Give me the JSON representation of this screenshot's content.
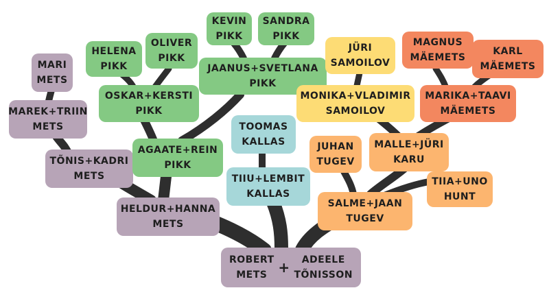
{
  "colors": {
    "mauve": "#b7a4b7",
    "green": "#84c983",
    "teal": "#a6d7d9",
    "yellow": "#fddc75",
    "orange": "#fcb56f",
    "salmon": "#f3875f",
    "branch": "#2e2e2e"
  },
  "root": {
    "left": [
      "ROBERT",
      "METS"
    ],
    "plus": "+",
    "right": [
      "ADEELE",
      "TÕNISSON"
    ]
  },
  "nodes": {
    "mari": [
      "MARI",
      "METS"
    ],
    "marek": [
      "MAREK+TRIIN",
      "METS"
    ],
    "tonis": [
      "TÕNIS+KADRI",
      "METS"
    ],
    "heldur": [
      "HELDUR+HANNA",
      "METS"
    ],
    "helena": [
      "HELENA",
      "PIKK"
    ],
    "oliver": [
      "OLIVER",
      "PIKK"
    ],
    "oskar": [
      "OSKAR+KERSTI",
      "PIKK"
    ],
    "agaate": [
      "AGAATE+REIN",
      "PIKK"
    ],
    "kevin": [
      "KEVIN",
      "PIKK"
    ],
    "sandra": [
      "SANDRA",
      "PIKK"
    ],
    "jaanus": [
      "JAANUS+SVETLANA",
      "PIKK"
    ],
    "toomas": [
      "TOOMAS",
      "KALLAS"
    ],
    "tiiu": [
      "TIIU+LEMBIT",
      "KALLAS"
    ],
    "juri_s": [
      "JÜRI",
      "SAMOILOV"
    ],
    "monika": [
      "MONIKA+VLADIMIR",
      "SAMOILOV"
    ],
    "magnus": [
      "MAGNUS",
      "MÄEMETS"
    ],
    "karl": [
      "KARL",
      "MÄEMETS"
    ],
    "marika": [
      "MARIKA+TAAVI",
      "MÄEMETS"
    ],
    "juhan": [
      "JUHAN",
      "TUGEV"
    ],
    "malle": [
      "MALLE+JÜRI",
      "KARU"
    ],
    "tiia": [
      "TIIA+UNO",
      "HUNT"
    ],
    "salme": [
      "SALME+JAAN",
      "TUGEV"
    ]
  }
}
